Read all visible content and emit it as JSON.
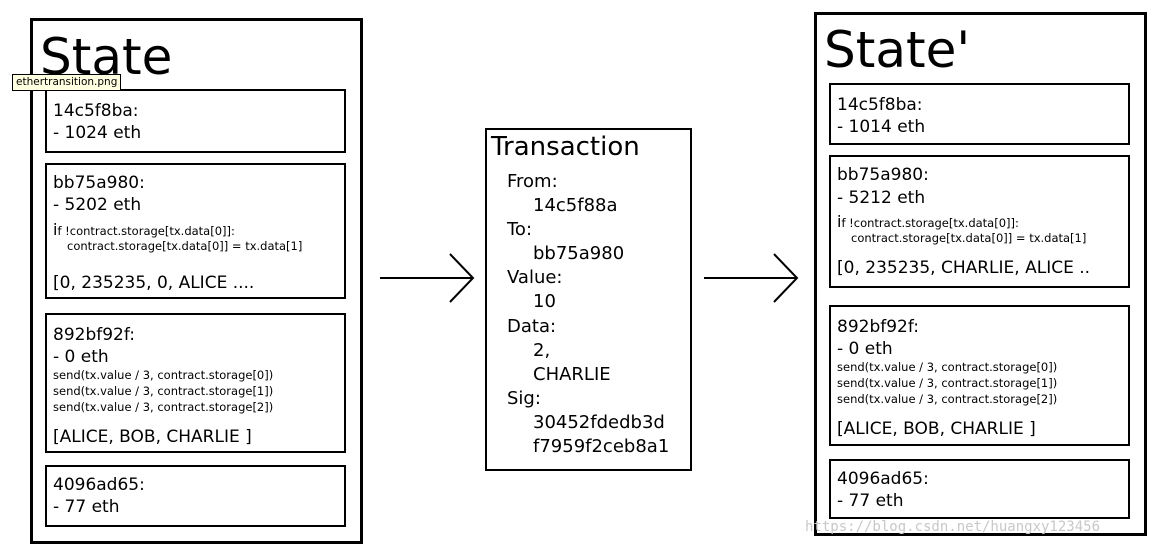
{
  "left_state": {
    "title": "State",
    "accounts": [
      {
        "address": "14c5f8ba:",
        "balance": "- 1024 eth"
      },
      {
        "address": "bb75a980:",
        "balance": "- 5202 eth",
        "code_if_prefix": "i",
        "code_if_rest": "f !contract.storage[tx.data[0]]:",
        "code_line2": "contract.storage[tx.data[0]] = tx.data[1]",
        "storage": "[0, 235235, 0, ALICE ...."
      },
      {
        "address": "892bf92f:",
        "balance": "- 0 eth",
        "code_lines": [
          "send(tx.value / 3, contract.storage[0])",
          "send(tx.value / 3, contract.storage[1])",
          "send(tx.value / 3, contract.storage[2])"
        ],
        "storage": "[ALICE, BOB, CHARLIE ]"
      },
      {
        "address": "4096ad65:",
        "balance": "- 77 eth"
      }
    ]
  },
  "transaction": {
    "title": "Transaction",
    "from_label": "From:",
    "from_value": "14c5f88a",
    "to_label": "To:",
    "to_value": "bb75a980",
    "value_label": "Value:",
    "value_value": "10",
    "data_label": "Data:",
    "data_values": [
      "2,",
      "CHARLIE"
    ],
    "sig_label": "Sig:",
    "sig_values": [
      "30452fdedb3d",
      "f7959f2ceb8a1"
    ]
  },
  "right_state": {
    "title": "State'",
    "accounts": [
      {
        "address": "14c5f8ba:",
        "balance": "- 1014 eth"
      },
      {
        "address": "bb75a980:",
        "balance": "- 5212 eth",
        "code_if_prefix": "i",
        "code_if_rest": "f !contract.storage[tx.data[0]]:",
        "code_line2": "contract.storage[tx.data[0]] = tx.data[1]",
        "storage": "[0, 235235, CHARLIE, ALICE .."
      },
      {
        "address": "892bf92f:",
        "balance": "- 0 eth",
        "code_lines": [
          "send(tx.value / 3, contract.storage[0])",
          "send(tx.value / 3, contract.storage[1])",
          "send(tx.value / 3, contract.storage[2])"
        ],
        "storage": "[ALICE, BOB, CHARLIE ]"
      },
      {
        "address": "4096ad65:",
        "balance": "- 77 eth"
      }
    ]
  },
  "tooltip": "ethertransition.png",
  "watermark": "https://blog.csdn.net/huangxy123456"
}
